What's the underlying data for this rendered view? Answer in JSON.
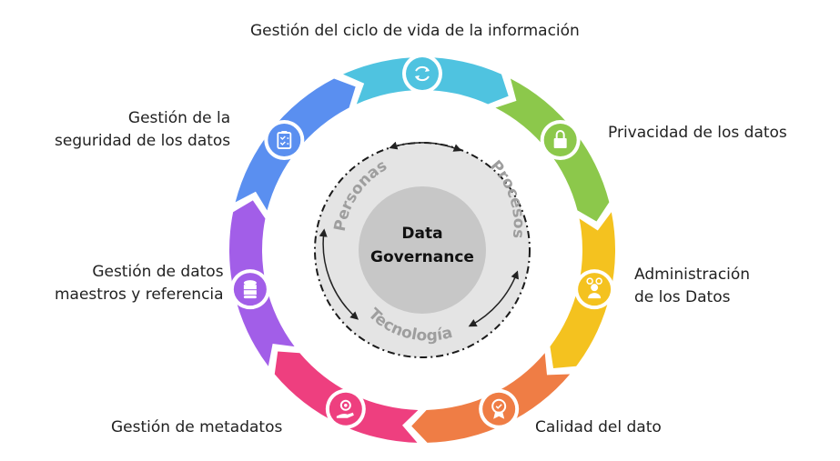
{
  "center": {
    "title_line1": "Data",
    "title_line2": "Governance",
    "ring_labels": {
      "people": "Personas",
      "process": "Procesos",
      "tech": "Tecnología"
    }
  },
  "areas": [
    {
      "key": "lifecycle",
      "lines": [
        "Gestión del ciclo de vida de la información"
      ],
      "color": "#4fc3e0",
      "icon": "refresh-icon"
    },
    {
      "key": "privacy",
      "lines": [
        "Privacidad de los datos"
      ],
      "color": "#8cc84b",
      "icon": "lock-icon"
    },
    {
      "key": "admin",
      "lines": [
        "Administración",
        "de los Datos"
      ],
      "color": "#f4c21f",
      "icon": "person-gears-icon"
    },
    {
      "key": "quality",
      "lines": [
        "Calidad del dato"
      ],
      "color": "#ef7d45",
      "icon": "award-badge-icon"
    },
    {
      "key": "metadata",
      "lines": [
        "Gestión de metadatos"
      ],
      "color": "#ee3f7f",
      "icon": "hand-gear-icon"
    },
    {
      "key": "master",
      "lines": [
        "Gestión de datos",
        "maestros y referencia"
      ],
      "color": "#a25ee8",
      "icon": "database-icon"
    },
    {
      "key": "security",
      "lines": [
        "Gestión de la",
        "seguridad de los datos"
      ],
      "color": "#5a8ff0",
      "icon": "clipboard-checklist-icon"
    }
  ],
  "colors": {
    "inner_disc": "#e4e4e4",
    "core": "#c7c7c7",
    "ring_text": "#9e9e9e",
    "dashed_border": "#1a1a1a"
  }
}
